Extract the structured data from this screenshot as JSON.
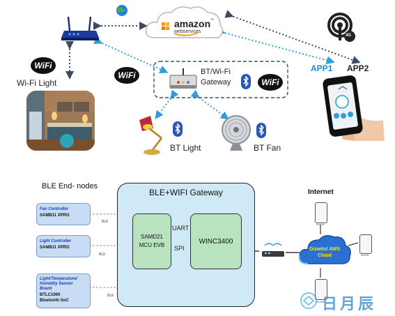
{
  "top": {
    "amazon_logo": "amazon",
    "amazon_sub": "webservices",
    "amazon_tm": "™",
    "wifi_badge": "WiFi",
    "wifi_light_label": "Wi-Fi Light",
    "gateway_label_line1": "BT/Wi-Fi",
    "gateway_label_line2": "Gateway",
    "bt_light_label": "BT Light",
    "bt_fan_label": "BT Fan",
    "app1_label": "APP1",
    "app2_label": "APP2",
    "cellular_badge": "4G"
  },
  "bottom": {
    "ble_nodes_title": "BLE End- nodes",
    "gateway_title": "BLE+WIFI Gateway",
    "internet_title": "Internet",
    "nodes": [
      {
        "line1": "Fan Controller",
        "line2": "SAMB11 XPRO",
        "link": "BLE"
      },
      {
        "line1": "Light Controller",
        "line2": "SAMB11 XPRO",
        "link": "BLE"
      },
      {
        "line1": "Light/Temperature/",
        "line1b": "Humidity Sensor",
        "line1c": "Board",
        "line2": "BTLC1000",
        "line2b": "Bluetooth SoC",
        "link": "BLE"
      }
    ],
    "mcu_line1": "SAMD21",
    "mcu_line2": "MCU EVB",
    "uart_label": "UART",
    "spi_label": "SPI",
    "wifi_module": "WINC3400",
    "cloud_line1": "Gizwits/ AWS",
    "cloud_line2": "Cloud",
    "device_caption": "Mobile",
    "watermark_text": "日月辰"
  },
  "colors": {
    "dotted_dark": "#4a5a78",
    "dotted_blue": "#2e9fd8",
    "gateway_fill": "#cfe9f6",
    "chip_fill": "#b9e3bf",
    "cloud_fill": "#2a6fd1",
    "cloud_text": "#ffea00",
    "bluetooth": "#2a55b8",
    "app_text": "#1c87d6"
  }
}
